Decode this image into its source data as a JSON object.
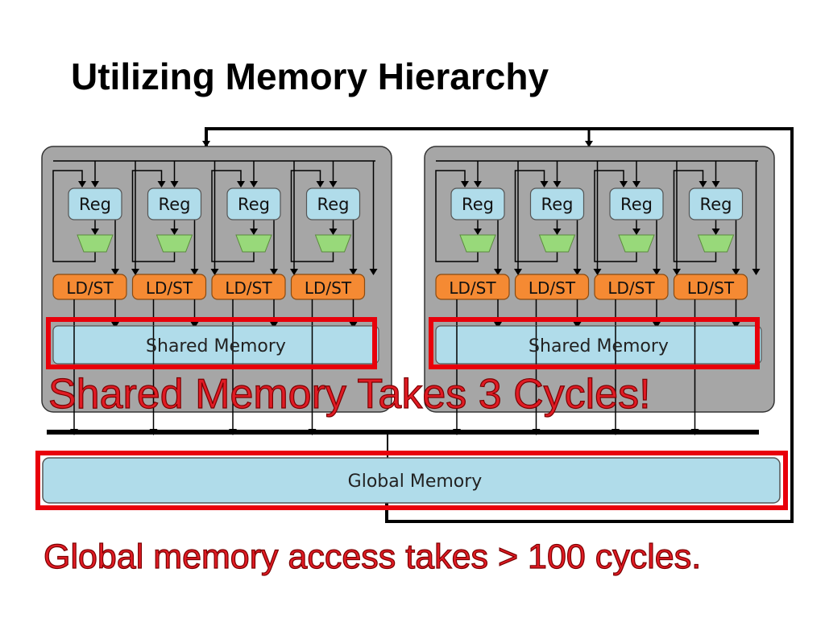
{
  "slide": {
    "title": "Utilizing Memory Hierarchy"
  },
  "diagram": {
    "multiprocessors": [
      {
        "cores": [
          {
            "register_label": "Reg",
            "ldst_label": "LD/ST"
          },
          {
            "register_label": "Reg",
            "ldst_label": "LD/ST"
          },
          {
            "register_label": "Reg",
            "ldst_label": "LD/ST"
          },
          {
            "register_label": "Reg",
            "ldst_label": "LD/ST"
          }
        ],
        "shared_memory_label": "Shared Memory"
      },
      {
        "cores": [
          {
            "register_label": "Reg",
            "ldst_label": "LD/ST"
          },
          {
            "register_label": "Reg",
            "ldst_label": "LD/ST"
          },
          {
            "register_label": "Reg",
            "ldst_label": "LD/ST"
          },
          {
            "register_label": "Reg",
            "ldst_label": "LD/ST"
          }
        ],
        "shared_memory_label": "Shared Memory"
      }
    ],
    "global_memory_label": "Global Memory"
  },
  "annotations": {
    "shared_memory_note": "Shared Memory Takes 3 Cycles!",
    "global_memory_note": "Global memory access takes > 100 cycles."
  },
  "colors": {
    "panel": "#a6a6a6",
    "register": "#b0dcea",
    "alu": "#98d97a",
    "ldst": "#f58a33",
    "memory": "#b0dcea",
    "highlight": "#e8000b",
    "callout_text": "#e01b24"
  }
}
